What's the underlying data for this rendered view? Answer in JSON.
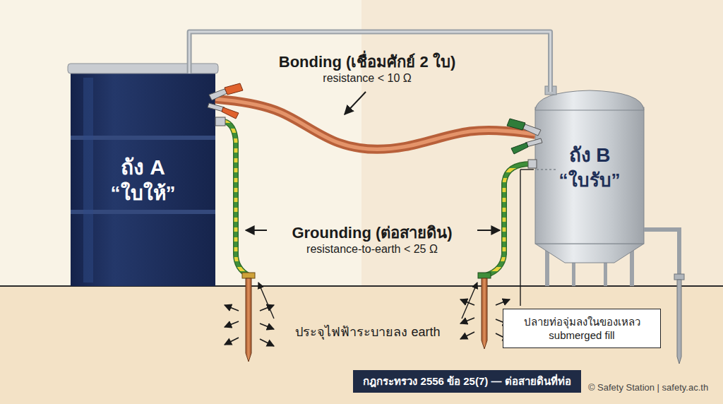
{
  "diagram": {
    "nodes": [
      {
        "text": [
          "ถัง A",
          "“ใบให้”"
        ]
      },
      {
        "text": [
          "ถัง B",
          "“ใบรับ”"
        ]
      },
      {
        "text": [
          "ปลายท่อจุ่มลงในของเหลว",
          "submerged fill"
        ]
      },
      {
        "text": [
          "กฎกระทรวง 2556 ข้อ 25(7) — ต่อสายดินที่ท่อ"
        ]
      }
    ],
    "edges": [
      {
        "from": 0,
        "to": 1,
        "arrow": "none"
      },
      {
        "from": 0,
        "to": 1,
        "arrow": "none"
      }
    ],
    "labels": [
      "Bonding (เชื่อมศักย์ 2 ใบ)",
      "resistance < 10 Ω",
      "Grounding (ต่อสายดิน)",
      "resistance-to-earth < 25 Ω",
      "ประจุไฟฟ้าระบายลง earth",
      "© Safety Station | safety.ac.th"
    ]
  }
}
